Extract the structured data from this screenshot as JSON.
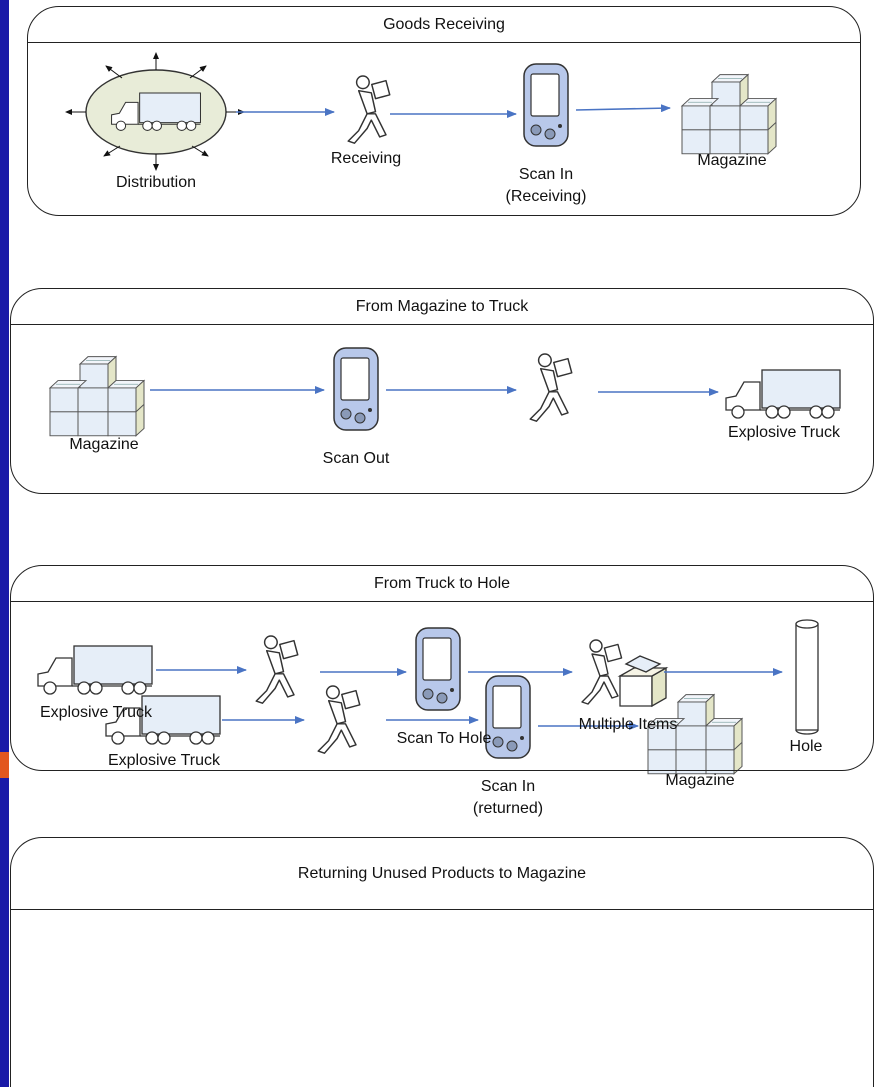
{
  "panels": [
    {
      "title": "Goods Receiving",
      "labels": {
        "distribution": "Distribution",
        "receiving": "Receiving",
        "scan_line1": "Scan In",
        "scan_line2": "(Receiving)",
        "magazine": "Magazine"
      }
    },
    {
      "title": "From Magazine to Truck",
      "labels": {
        "magazine": "Magazine",
        "scan": "Scan Out",
        "truck": "Explosive Truck"
      }
    },
    {
      "title": "From Truck to Hole",
      "labels": {
        "truck": "Explosive Truck",
        "scan": "Scan To Hole",
        "multiple": "Multiple Items",
        "hole": "Hole"
      }
    },
    {
      "title": "Returning Unused Products to Magazine",
      "labels": {
        "truck": "Explosive Truck",
        "scan_line1": "Scan In",
        "scan_line2": "(returned)",
        "magazine": "Magazine"
      }
    }
  ],
  "colors": {
    "background": "#1a1aa8",
    "accent": "#e2571e",
    "arrow": "#4a74c4",
    "box_fill": "#e6eef8",
    "box_side": "#e4e6c8",
    "ellipse_fill": "#e8ecd8",
    "device_fill": "#b8c8ea"
  }
}
